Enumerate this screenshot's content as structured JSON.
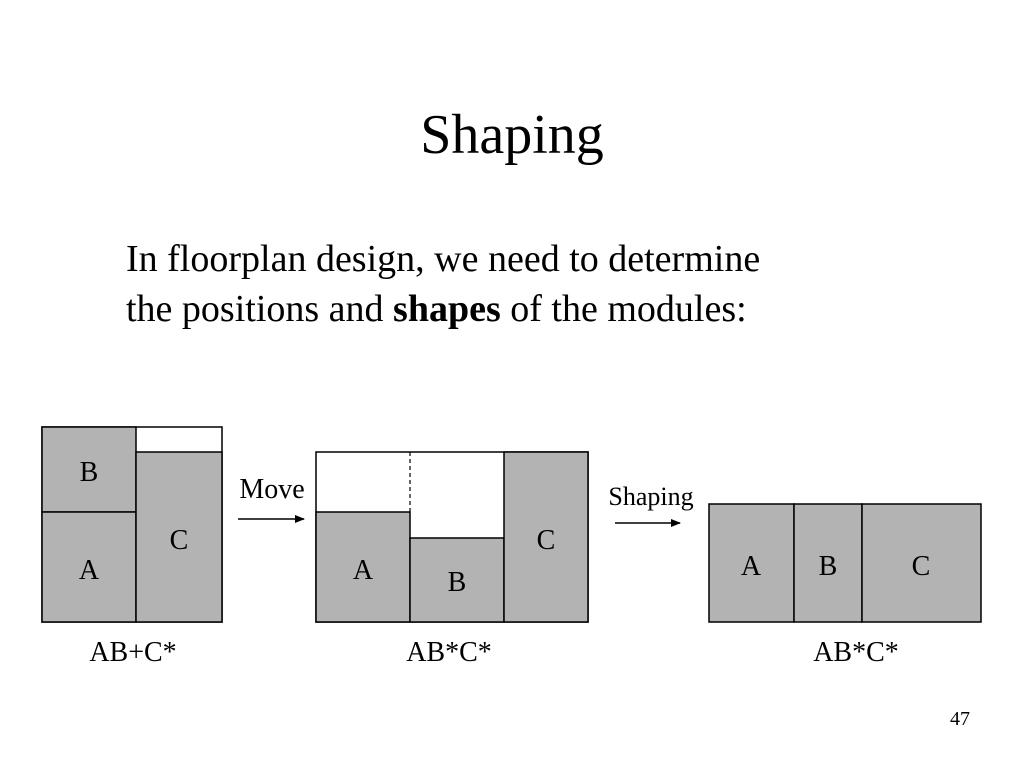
{
  "slide": {
    "title": "Shaping",
    "body_line1": "In floorplan design, we need to determine",
    "body_line2_before": "the positions and ",
    "body_line2_bold": "shapes",
    "body_line2_after": " of the modules:",
    "page_number": "47"
  },
  "diagram": {
    "module_fill": "#b3b3b3",
    "stroke": "#000000",
    "floorplan_1": {
      "module_a": "A",
      "module_b": "B",
      "module_c": "C",
      "expression": "AB+C*"
    },
    "arrow_1_label": "Move",
    "floorplan_2": {
      "module_a": "A",
      "module_b": "B",
      "module_c": "C",
      "expression": "AB*C*"
    },
    "arrow_2_label": "Shaping",
    "floorplan_3": {
      "module_a": "A",
      "module_b": "B",
      "module_c": "C",
      "expression": "AB*C*"
    }
  }
}
